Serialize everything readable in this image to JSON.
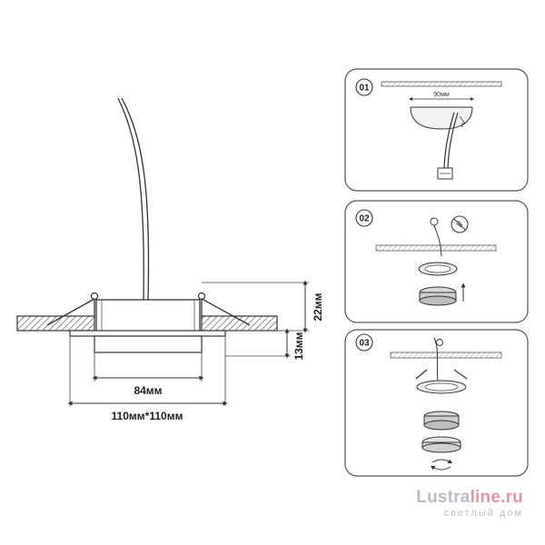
{
  "main_drawing": {
    "dim_height_total": "22мм",
    "dim_height_body": "13мм",
    "dim_cutout": "84мм",
    "dim_outer": "110мм*110мм"
  },
  "steps": [
    {
      "number": "01",
      "dim_label": "90мм"
    },
    {
      "number": "02"
    },
    {
      "number": "03"
    }
  ],
  "watermark": {
    "brand_part1": "Lustra",
    "brand_part2": "line.ru",
    "tagline": "светлый дом",
    "colors": {
      "grey": "#b9bcc3",
      "accent": "#d99aa6"
    }
  }
}
